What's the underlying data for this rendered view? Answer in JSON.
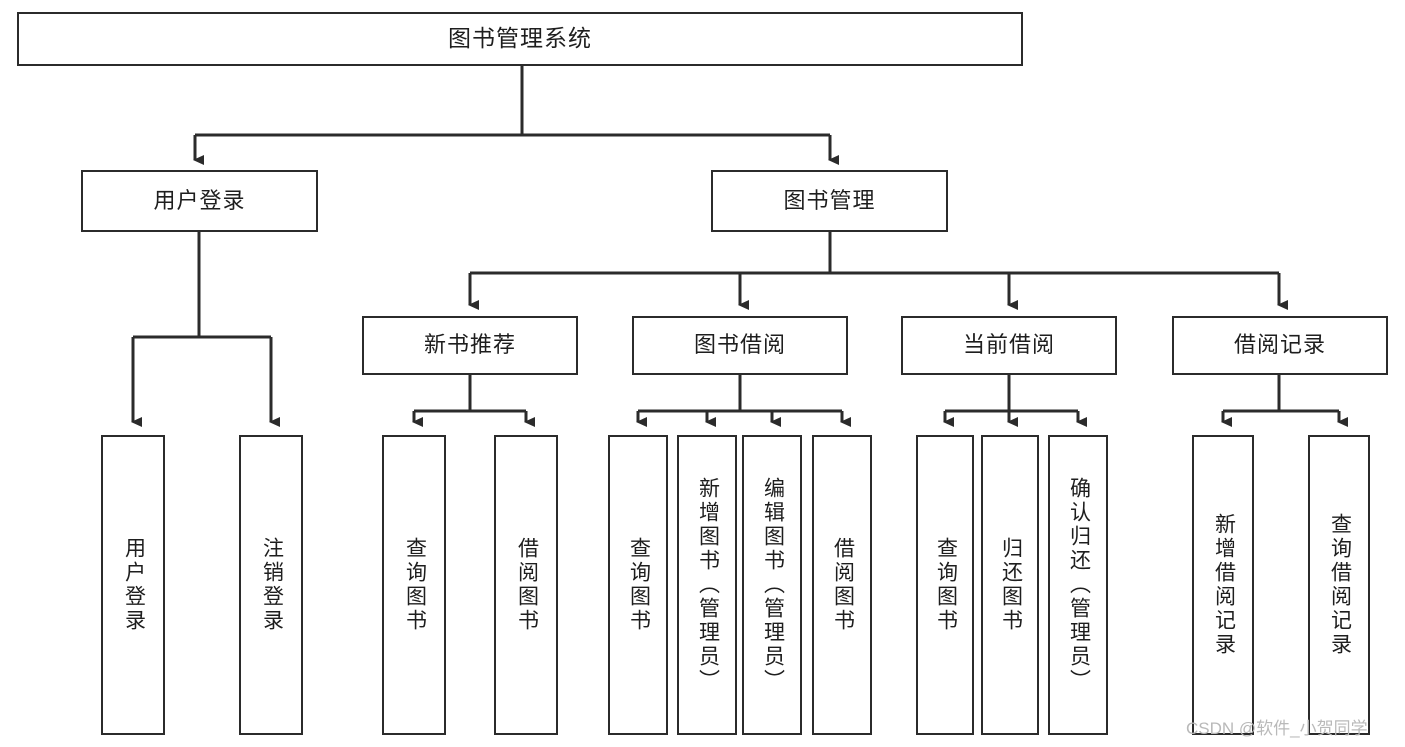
{
  "diagram": {
    "title": "图书管理系统",
    "type": "tree-hierarchy",
    "root": {
      "label": "图书管理系统"
    },
    "level2": [
      {
        "label": "用户登录"
      },
      {
        "label": "图书管理"
      }
    ],
    "level3": [
      {
        "label": "新书推荐"
      },
      {
        "label": "图书借阅"
      },
      {
        "label": "当前借阅"
      },
      {
        "label": "借阅记录"
      }
    ],
    "leaves": {
      "user_login": [
        {
          "label": "用户登录"
        },
        {
          "label": "注销登录"
        }
      ],
      "new_book_recommend": [
        {
          "label": "查询图书"
        },
        {
          "label": "借阅图书"
        }
      ],
      "book_borrow": [
        {
          "label": "查询图书"
        },
        {
          "label": "新增图书（管理员）"
        },
        {
          "label": "编辑图书（管理员）"
        },
        {
          "label": "借阅图书"
        }
      ],
      "current_borrow": [
        {
          "label": "查询图书"
        },
        {
          "label": "归还图书"
        },
        {
          "label": "确认归还（管理员）"
        }
      ],
      "borrow_record": [
        {
          "label": "新增借阅记录"
        },
        {
          "label": "查询借阅记录"
        }
      ]
    }
  },
  "watermark": {
    "text": "CSDN @软件_小贺同学"
  },
  "colors": {
    "stroke": "#2b2b2b",
    "fill": "#ffffff",
    "text": "#1e1e1e",
    "watermark": "#b9b9b9"
  }
}
